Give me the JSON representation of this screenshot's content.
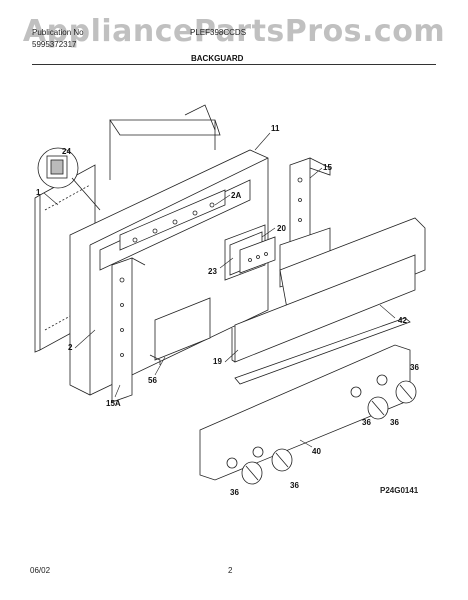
{
  "watermark": "AppliancePartsPros.com",
  "header": {
    "publication_label": "Publication No",
    "publication_no": "5995372317",
    "model": "PLEF398CCDS",
    "section": "BACKGUARD"
  },
  "footer": {
    "date": "06/02",
    "page": "2",
    "diagram_code": "P24G0141"
  },
  "callouts": [
    "24",
    "1",
    "11",
    "15",
    "2A",
    "20",
    "23",
    "42",
    "2",
    "56",
    "19",
    "15A",
    "36",
    "36",
    "36",
    "40",
    "36",
    "36"
  ]
}
